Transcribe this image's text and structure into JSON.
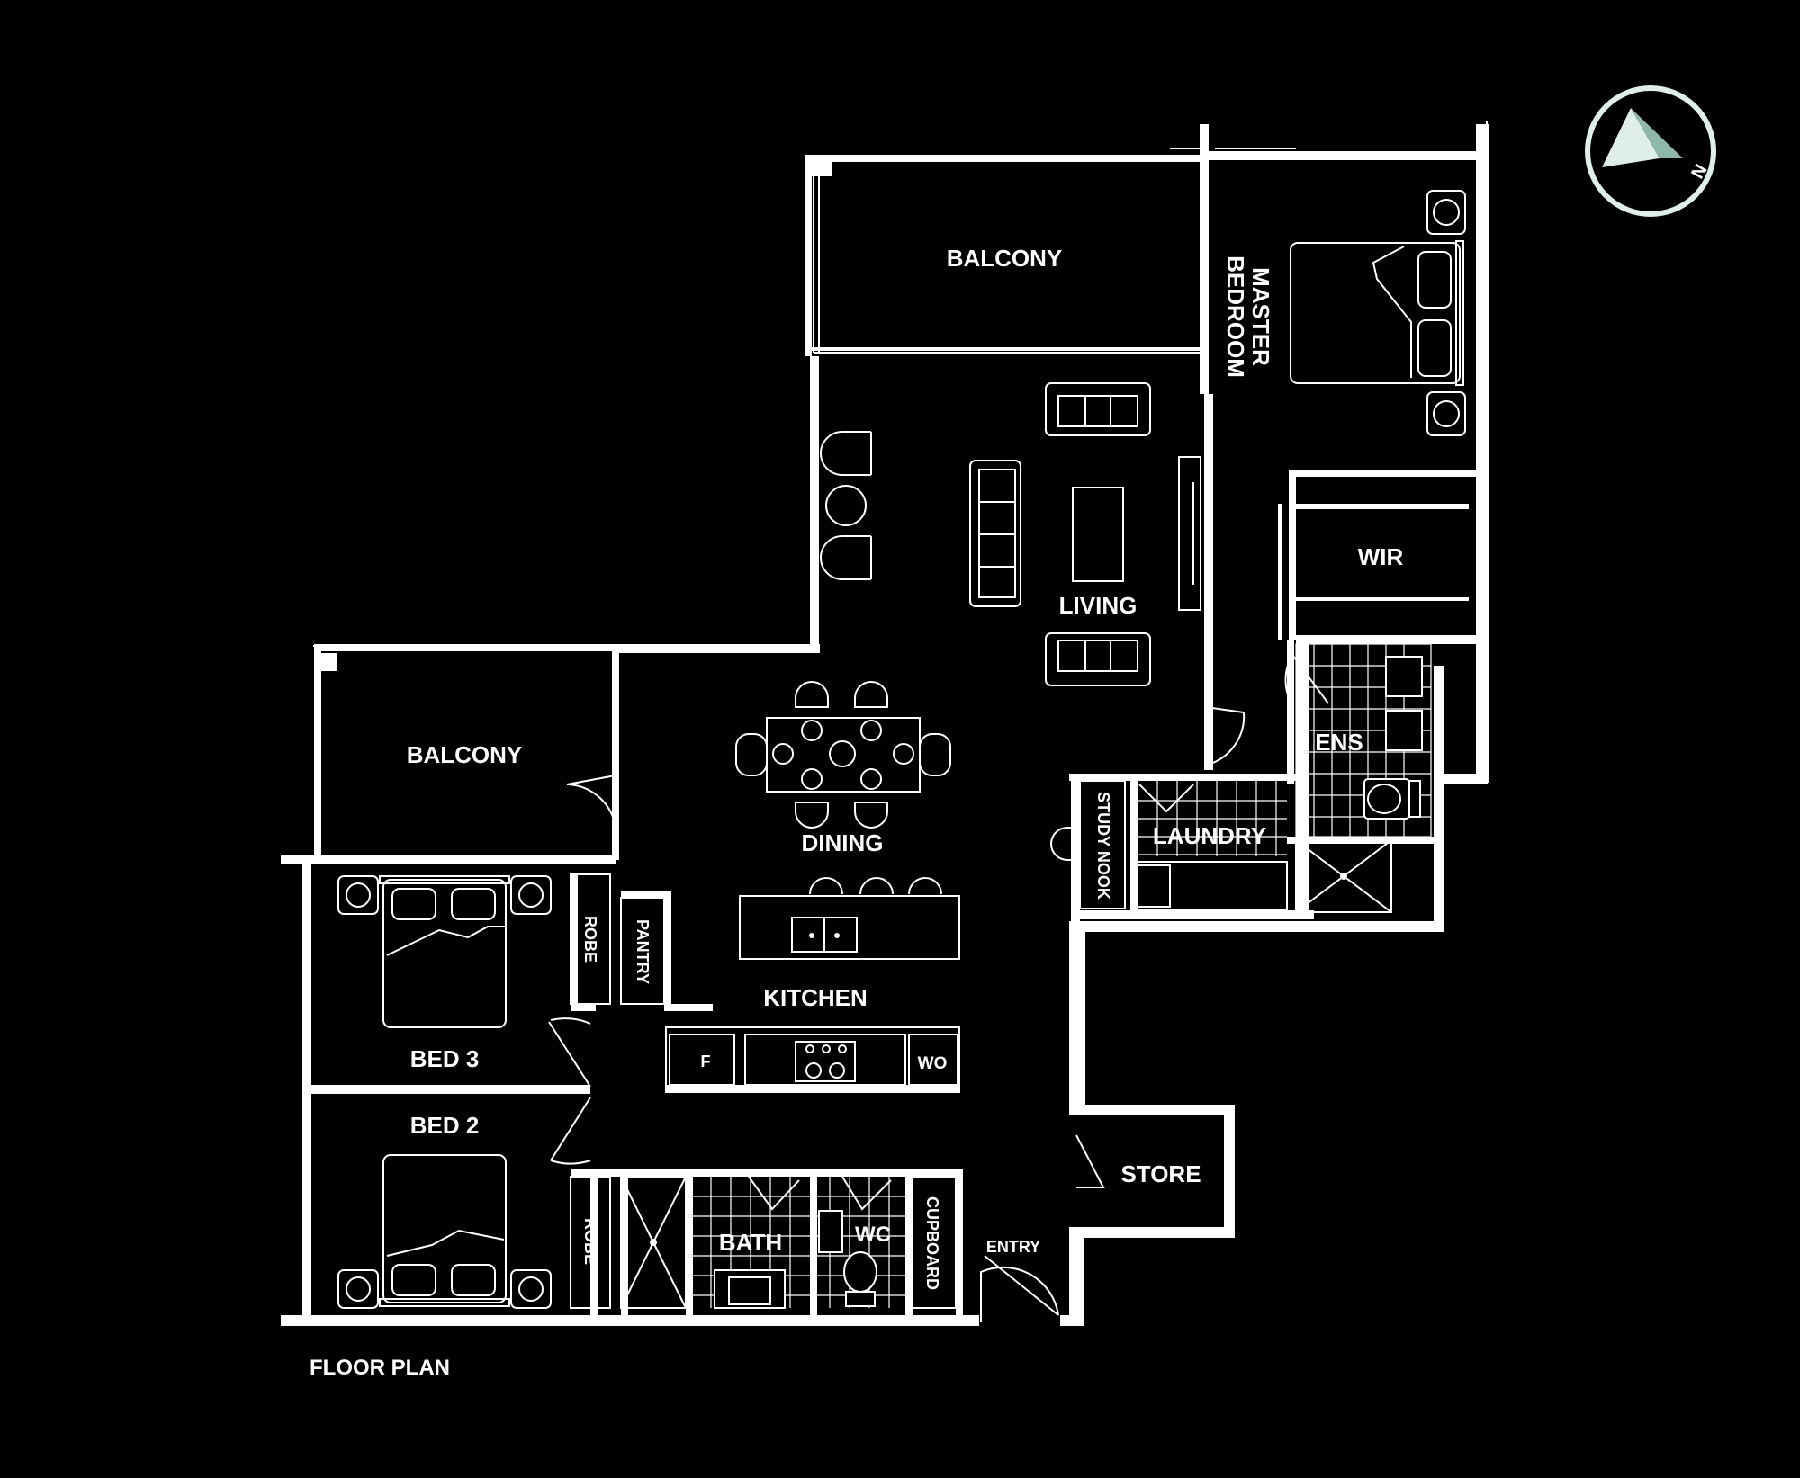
{
  "colors": {
    "background": "#000000",
    "lines": "#ffffff",
    "compass": "#dfeee9"
  },
  "compass": {
    "icon": "north-arrow-icon",
    "letter": "N"
  },
  "rooms": {
    "balcony_top": "BALCONY",
    "master_bedroom_line1": "MASTER",
    "master_bedroom_line2": "BEDROOM",
    "wir": "WIR",
    "living": "LIVING",
    "ens": "ENS",
    "balcony_left": "BALCONY",
    "dining": "DINING",
    "study_nook": "STUDY NOOK",
    "laundry": "LAUNDRY",
    "robe_bed3": "ROBE",
    "pantry": "PANTRY",
    "kitchen": "KITCHEN",
    "bed3": "BED 3",
    "fridge": "F",
    "wall_oven": "WO",
    "bed2": "BED 2",
    "store": "STORE",
    "robe_bed2": "ROBE",
    "bath": "BATH",
    "wc": "WC",
    "cupboard": "CUPBOARD",
    "entry": "ENTRY"
  },
  "caption": "FLOOR PLAN"
}
